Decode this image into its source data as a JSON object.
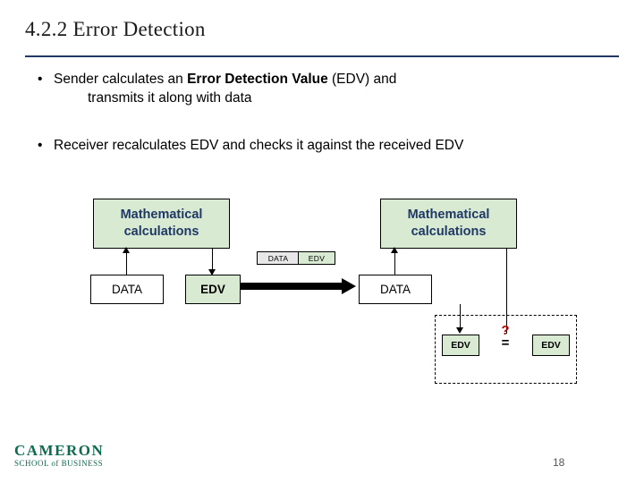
{
  "slide": {
    "title": "4.2.2  Error Detection",
    "page_number": "18",
    "accent_color": "#1f3864",
    "box_fill_color": "#d9ead3",
    "compare_marker_color": "#c00000"
  },
  "bullets": [
    {
      "marker": "•",
      "text_part1": "Sender calculates an ",
      "text_bold": "Error Detection Value",
      "text_part2": " (EDV) and",
      "text_line2": "transmits it along with data"
    },
    {
      "marker": "•",
      "text_part1": "Receiver recalculates EDV and checks it against the received  EDV"
    }
  ],
  "diagram": {
    "math_left": {
      "line1": "Mathematical",
      "line2": "calculations"
    },
    "math_right": {
      "line1": "Mathematical",
      "line2": "calculations"
    },
    "data_left": "DATA",
    "edv_left": "EDV",
    "data_right": "DATA",
    "packet_data": "DATA",
    "packet_edv": "EDV",
    "compare": {
      "edv_left": "EDV",
      "edv_right": "EDV",
      "question_mark": "?",
      "equals": "="
    }
  },
  "logo": {
    "main": "CAMERON",
    "sub": "SCHOOL of BUSINESS"
  }
}
